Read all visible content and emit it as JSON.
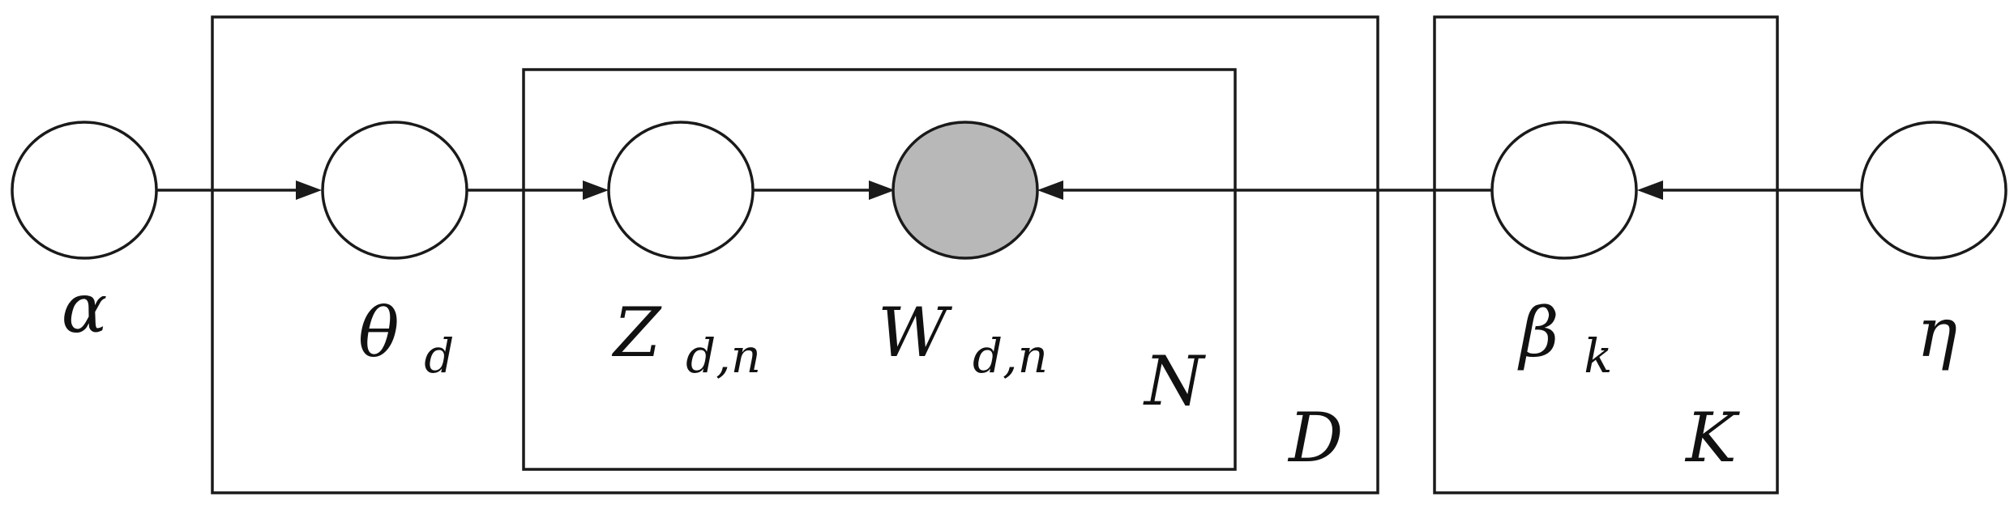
{
  "diagram": {
    "nodes": {
      "alpha": {
        "symbol": "α",
        "subscript": "",
        "observed": false
      },
      "theta": {
        "symbol": "θ",
        "subscript": "d",
        "observed": false
      },
      "z": {
        "symbol": "Z",
        "subscript": "d,n",
        "observed": false
      },
      "w": {
        "symbol": "W",
        "subscript": "d,n",
        "observed": true
      },
      "beta": {
        "symbol": "β",
        "subscript": "k",
        "observed": false
      },
      "eta": {
        "symbol": "η",
        "subscript": "",
        "observed": false
      }
    },
    "edges": [
      {
        "from": "alpha",
        "to": "theta"
      },
      {
        "from": "theta",
        "to": "z"
      },
      {
        "from": "z",
        "to": "w"
      },
      {
        "from": "beta",
        "to": "w"
      },
      {
        "from": "eta",
        "to": "beta"
      }
    ],
    "plates": {
      "D": {
        "label": "D"
      },
      "N": {
        "label": "N"
      },
      "K": {
        "label": "K"
      }
    },
    "colors": {
      "observed_fill": "#b8b8b8",
      "latent_fill": "#ffffff",
      "stroke": "#1a1a1a"
    }
  }
}
